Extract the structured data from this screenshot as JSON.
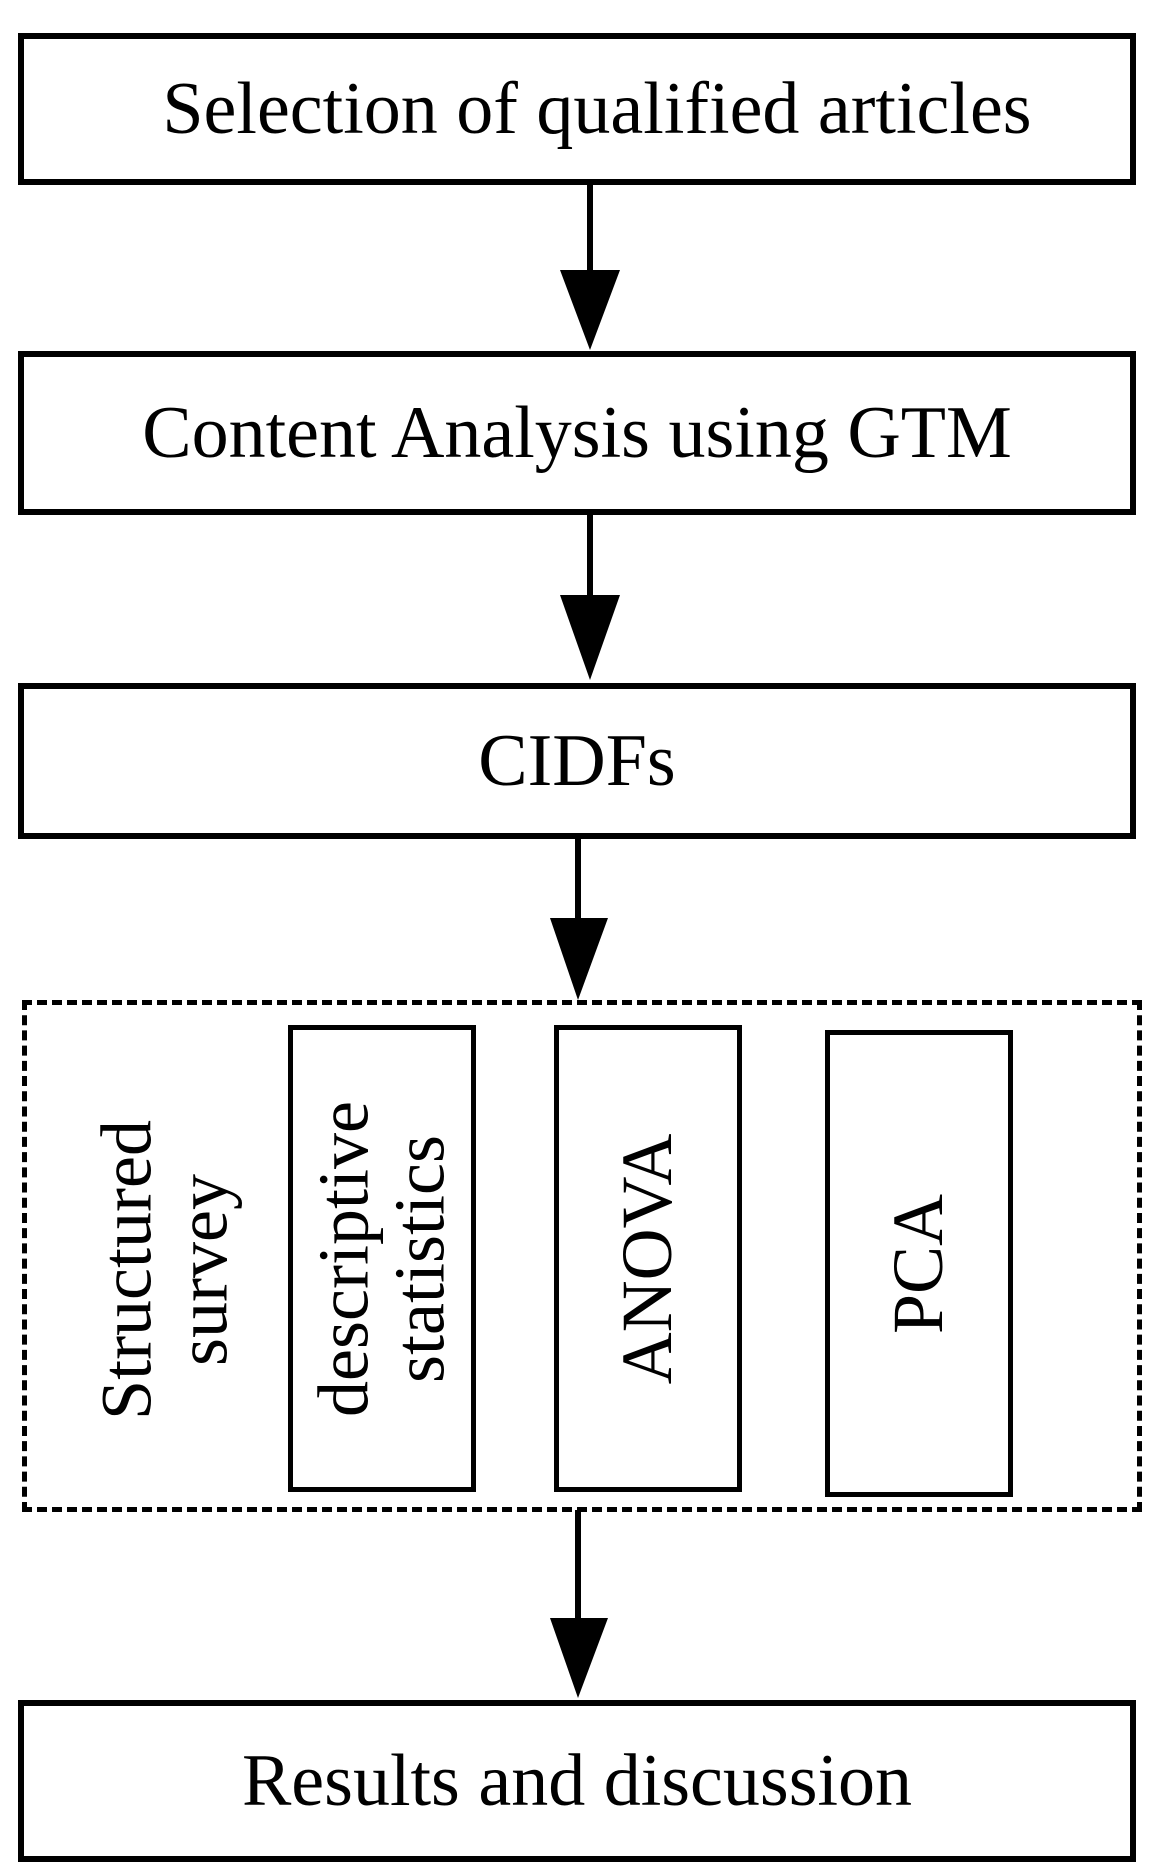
{
  "diagram": {
    "steps": {
      "selection": "Selection of qualified articles",
      "content_analysis": "Content Analysis using GTM",
      "cidfs": "CIDFs",
      "results": "Results and discussion"
    },
    "survey": {
      "label_line1": "Structured",
      "label_line2": "survey",
      "methods": {
        "descriptive_line1": "descriptive",
        "descriptive_line2": "statistics",
        "anova": "ANOVA",
        "pca": "PCA"
      }
    }
  }
}
